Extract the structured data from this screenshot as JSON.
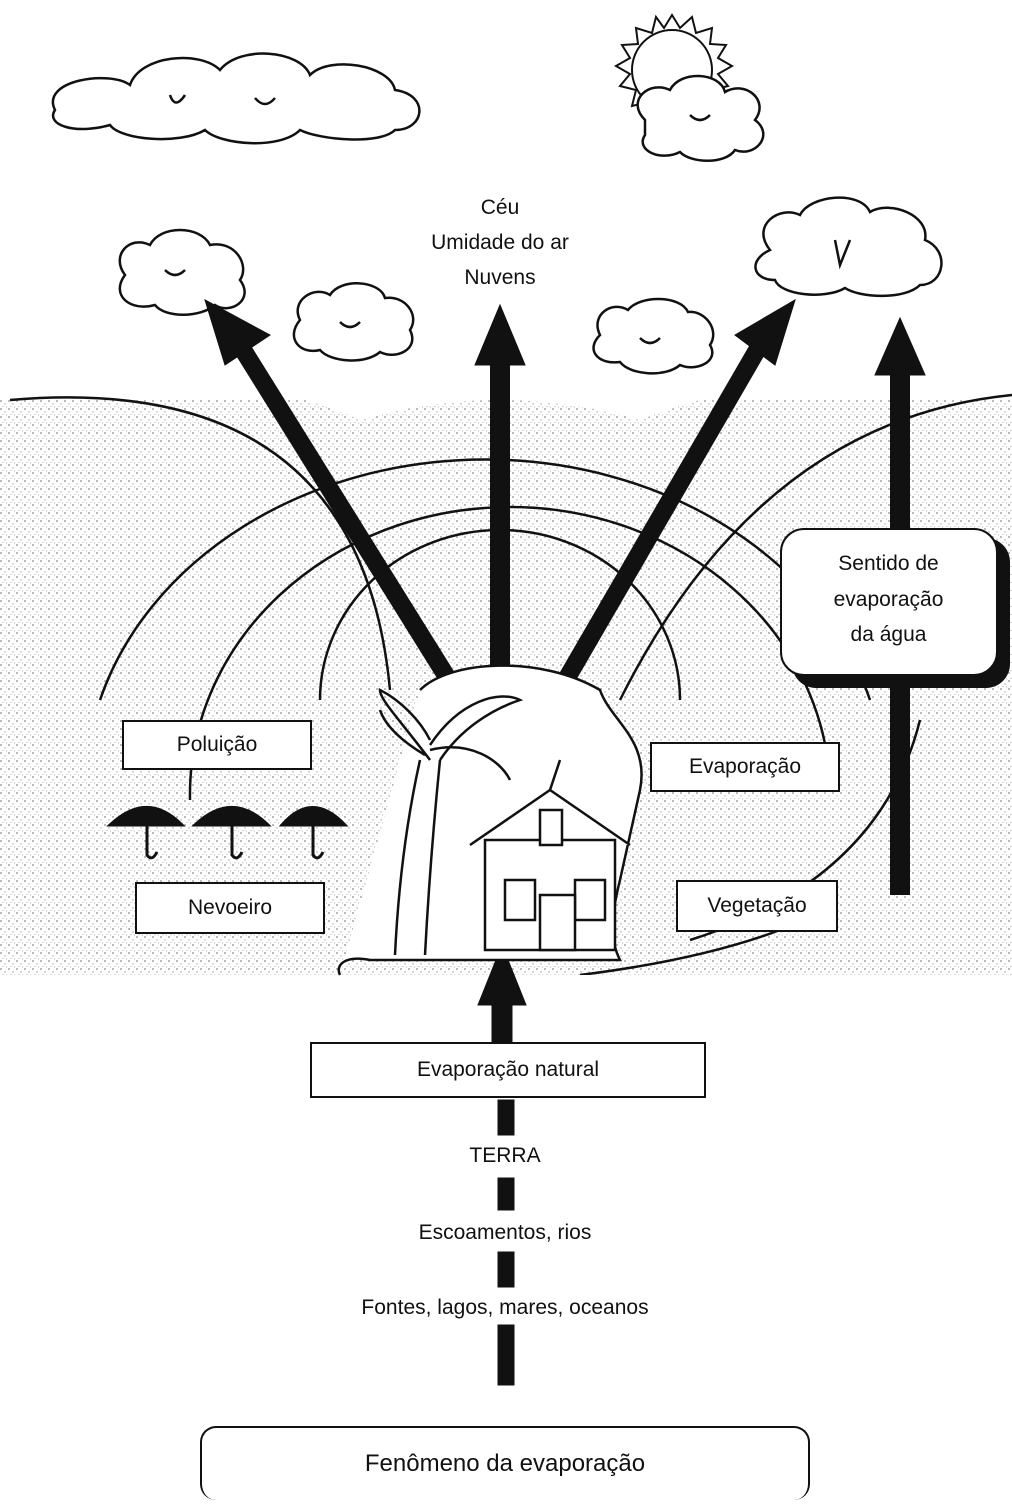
{
  "diagram": {
    "sky_text": {
      "line1": "Céu",
      "line2": "Umidade do ar",
      "line3": "Nuvens"
    },
    "boxes": {
      "direction_line1": "Sentido de",
      "direction_line2": "evaporação",
      "direction_line3": "da água",
      "pollution": "Poluição",
      "evaporation": "Evaporação",
      "fog": "Nevoeiro",
      "vegetation": "Vegetação",
      "natural_evaporation": "Evaporação natural"
    },
    "ground_text": {
      "earth": "TERRA",
      "runoff": "Escoamentos, rios",
      "sources": "Fontes, lagos, mares, oceanos"
    },
    "caption": "Fenômeno da evaporação",
    "icons": [
      "sun-icon",
      "cloud-icon",
      "umbrella-icon",
      "house-icon",
      "palm-tree-icon",
      "arrow-up-icon"
    ]
  }
}
